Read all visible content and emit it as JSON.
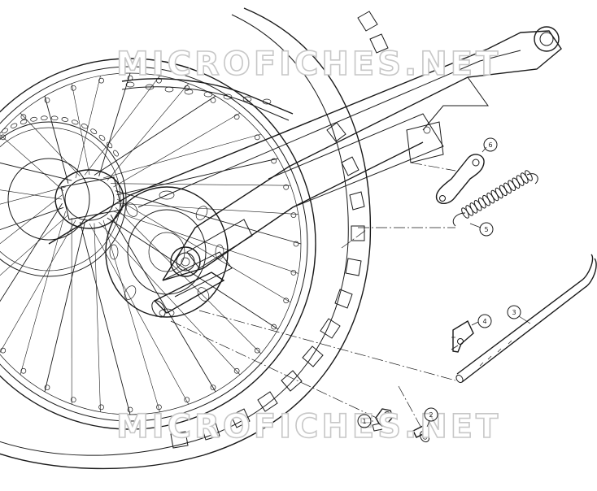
{
  "watermark": {
    "top": "MICROFICHES.NET",
    "bottom": "MICROFICHES.NET"
  },
  "callouts": [
    {
      "number": "1",
      "part": "bracket"
    },
    {
      "number": "2",
      "part": "bolt"
    },
    {
      "number": "3",
      "part": "side-stand-rod"
    },
    {
      "number": "4",
      "part": "clip"
    },
    {
      "number": "5",
      "part": "spring"
    },
    {
      "number": "6",
      "part": "plate"
    }
  ],
  "colors": {
    "line": "#1a1a1a",
    "watermark": "#c7c7c7",
    "background": "#ffffff"
  }
}
